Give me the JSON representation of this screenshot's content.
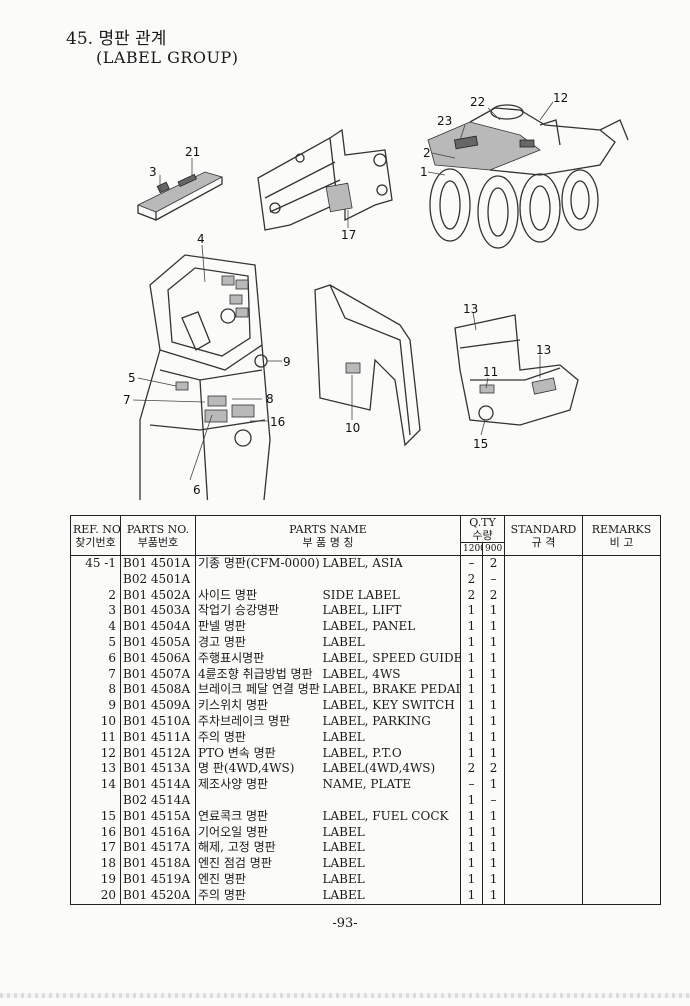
{
  "title": {
    "korean": "45. 명판 관계",
    "english": "(LABEL GROUP)"
  },
  "callouts": [
    "3",
    "21",
    "17",
    "22",
    "12",
    "23",
    "2",
    "1",
    "4",
    "9",
    "5",
    "7",
    "8",
    "16",
    "6",
    "10",
    "13",
    "11",
    "13",
    "15"
  ],
  "table": {
    "headers": {
      "ref_en": "REF. NO",
      "ref_ko": "찾기번호",
      "pno_en": "PARTS NO.",
      "pno_ko": "부품번호",
      "name_en": "PARTS NAME",
      "name_ko": "부   품   명   칭",
      "qty_en": "Q.TY",
      "qty_ko": "수량",
      "qty_a": "1200",
      "qty_b": "900",
      "std_en": "STANDARD",
      "std_ko": "규   격",
      "rem_en": "REMARKS",
      "rem_ko": "비   고"
    },
    "rows": [
      {
        "ref": "45 -1",
        "pno": "B01 4501A",
        "ko": "기종 명판(CFM-0000)",
        "en": "LABEL, ASIA",
        "q1": "–",
        "q2": "2"
      },
      {
        "ref": "",
        "pno": "B02 4501A",
        "ko": "",
        "en": "",
        "q1": "2",
        "q2": "–"
      },
      {
        "ref": "2",
        "pno": "B01 4502A",
        "ko": "사이드 명판",
        "en": "SIDE LABEL",
        "q1": "2",
        "q2": "2"
      },
      {
        "ref": "3",
        "pno": "B01 4503A",
        "ko": "작업기 승강명판",
        "en": "LABEL, LIFT",
        "q1": "1",
        "q2": "1"
      },
      {
        "ref": "4",
        "pno": "B01 4504A",
        "ko": "판넬 명판",
        "en": "LABEL, PANEL",
        "q1": "1",
        "q2": "1"
      },
      {
        "ref": "5",
        "pno": "B01 4505A",
        "ko": "경고 명판",
        "en": "LABEL",
        "q1": "1",
        "q2": "1"
      },
      {
        "ref": "6",
        "pno": "B01 4506A",
        "ko": "주행표시명판",
        "en": "LABEL, SPEED GUIDE",
        "q1": "1",
        "q2": "1"
      },
      {
        "ref": "7",
        "pno": "B01 4507A",
        "ko": "4륜조향 취급방법 명판",
        "en": "LABEL, 4WS",
        "q1": "1",
        "q2": "1"
      },
      {
        "ref": "8",
        "pno": "B01 4508A",
        "ko": "브레이크 페달 연결 명판",
        "en": "LABEL, BRAKE PEDAL",
        "q1": "1",
        "q2": "1"
      },
      {
        "ref": "9",
        "pno": "B01 4509A",
        "ko": "키스위치 명판",
        "en": "LABEL, KEY SWITCH",
        "q1": "1",
        "q2": "1"
      },
      {
        "ref": "10",
        "pno": "B01 4510A",
        "ko": "주차브레이크 명판",
        "en": "LABEL, PARKING",
        "q1": "1",
        "q2": "1"
      },
      {
        "ref": "11",
        "pno": "B01 4511A",
        "ko": "주의 명판",
        "en": "LABEL",
        "q1": "1",
        "q2": "1"
      },
      {
        "ref": "12",
        "pno": "B01 4512A",
        "ko": "PTO 변속 명판",
        "en": "LABEL, P.T.O",
        "q1": "1",
        "q2": "1"
      },
      {
        "ref": "13",
        "pno": "B01 4513A",
        "ko": "명    판(4WD,4WS)",
        "en": "LABEL(4WD,4WS)",
        "q1": "2",
        "q2": "2"
      },
      {
        "ref": "14",
        "pno": "B01 4514A",
        "ko": "제조사양 명판",
        "en": "NAME, PLATE",
        "q1": "–",
        "q2": "1"
      },
      {
        "ref": "",
        "pno": "B02 4514A",
        "ko": "",
        "en": "",
        "q1": "1",
        "q2": "–"
      },
      {
        "ref": "15",
        "pno": "B01 4515A",
        "ko": "연료콕크 명판",
        "en": "LABEL, FUEL COCK",
        "q1": "1",
        "q2": "1"
      },
      {
        "ref": "16",
        "pno": "B01 4516A",
        "ko": "기어오일 명판",
        "en": "LABEL",
        "q1": "1",
        "q2": "1"
      },
      {
        "ref": "17",
        "pno": "B01 4517A",
        "ko": "해제, 고정 명판",
        "en": "LABEL",
        "q1": "1",
        "q2": "1"
      },
      {
        "ref": "18",
        "pno": "B01 4518A",
        "ko": "엔진 점검 명판",
        "en": "LABEL",
        "q1": "1",
        "q2": "1"
      },
      {
        "ref": "19",
        "pno": "B01 4519A",
        "ko": "엔진 명판",
        "en": "LABEL",
        "q1": "1",
        "q2": "1"
      },
      {
        "ref": "20",
        "pno": "B01 4520A",
        "ko": "주의 명판",
        "en": "LABEL",
        "q1": "1",
        "q2": "1"
      }
    ]
  },
  "page_number": "-93-"
}
